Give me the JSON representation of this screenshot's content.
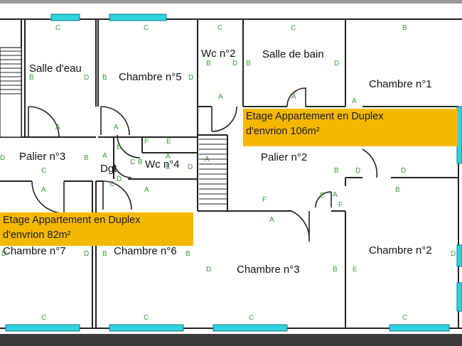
{
  "rooms": {
    "salle_deau": "Salle d'eau",
    "chambre_5": "Chambre n°5",
    "wc_2": "Wc n°2",
    "salle_de_bain": "Salle de bain",
    "chambre_1": "Chambre n°1",
    "palier_3": "Palier n°3",
    "dgt": "Dgt",
    "wc_4": "Wc n°4",
    "palier_2": "Palier n°2",
    "chambre_7": "Chambre n°7",
    "chambre_6": "Chambre n°6",
    "chambre_3": "Chambre n°3",
    "chambre_2": "Chambre n°2"
  },
  "banners": {
    "right": {
      "line1": "Etage Appartement en Duplex",
      "line2": "d'envrion 106m²"
    },
    "left": {
      "line1": "Etage Appartement en Duplex",
      "line2": "d'envrion 82m²"
    }
  },
  "wall_letters": {
    "c1": "C",
    "c2": "C",
    "c3": "C",
    "c4": "C",
    "b1": "B",
    "b2": "B",
    "d2": "D",
    "b3": "B",
    "d3": "D",
    "b4": "B",
    "d4": "D",
    "b5": "B",
    "d5": "D",
    "a1": "A",
    "a2": "A",
    "a3": "A",
    "a4": "A",
    "d6": "D",
    "c5": "C",
    "b6": "B",
    "a5": "A",
    "b7": "B",
    "f1": "F",
    "e1": "E",
    "c6": "C",
    "b8": "B",
    "a6": "A",
    "d7": "D",
    "a7": "A",
    "e2": "E",
    "c7": "C",
    "d8": "D",
    "a8": "A",
    "b9": "B",
    "d9": "D",
    "d10": "D",
    "b10": "B",
    "e3": "E",
    "a9": "A",
    "f2": "F",
    "f3": "F",
    "a10": "A",
    "a11": "A",
    "a12": "A",
    "d11": "D",
    "d12": "D",
    "b11": "B",
    "d13": "D",
    "b12": "B",
    "b13": "B",
    "e4": "E",
    "d14": "D",
    "c8": "C",
    "c9": "C",
    "c10": "C",
    "c11": "C"
  },
  "colors": {
    "window": "#2ed3df",
    "wall": "#222222",
    "banner": "#f5b800",
    "letters": "#3a9a3a"
  }
}
